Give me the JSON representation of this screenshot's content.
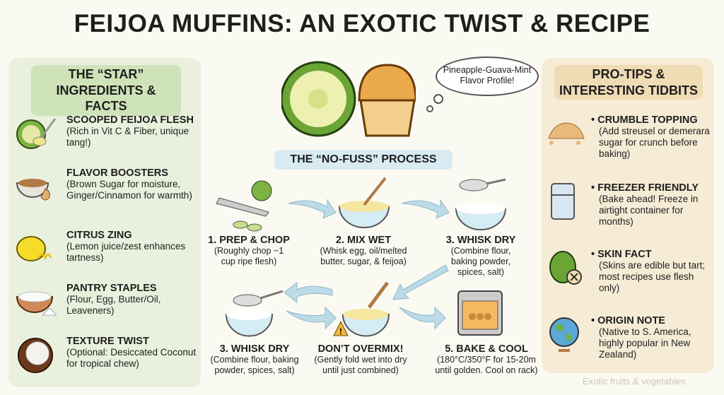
{
  "title": "FEIJOA MUFFINS: AN EXOTIC TWIST & RECIPE",
  "left_panel": {
    "heading_line1": "THE “STAR”",
    "heading_line2": "INGREDIENTS & FACTS",
    "items": [
      {
        "title": "SCOOPED FEIJOA FLESH",
        "desc": "(Rich in Vit C & Fiber, unique tang!)",
        "icon": "feijoa-spoon-icon"
      },
      {
        "title": "FLAVOR BOOSTERS",
        "desc": "(Brown Sugar for moisture, Ginger/Cinnamon for warmth)",
        "icon": "sugar-ginger-icon"
      },
      {
        "title": "CITRUS ZING",
        "desc": "(Lemon juice/zest enhances tartness)",
        "icon": "lemon-icon"
      },
      {
        "title": "PANTRY STAPLES",
        "desc": "(Flour, Egg, Butter/Oil, Leaveners)",
        "icon": "flour-bowl-icon"
      },
      {
        "title": "TEXTURE TWIST",
        "desc": "(Optional: Desiccated Coconut for tropical chew)",
        "icon": "coconut-icon"
      }
    ]
  },
  "bubble": "Pineapple-Guava-Mint Flavor Profile!",
  "process": {
    "heading": "THE “NO-FUSS” PROCESS",
    "steps": [
      {
        "title": "1. PREP & CHOP",
        "desc": "(Roughly chop ~1 cup ripe flesh)"
      },
      {
        "title": "2. MIX WET",
        "desc": "(Whisk egg, oil/melted butter, sugar, & feijoa)"
      },
      {
        "title": "3. WHISK DRY",
        "desc": "(Combine flour, baking powder, spices, salt)"
      },
      {
        "title": "3. WHISK DRY",
        "desc": "(Combine flour, baking powder, spices, salt)"
      },
      {
        "title": "DON’T OVERMIX!",
        "desc": "(Gently fold wet into dry until just combined)"
      },
      {
        "title": "5. BAKE & COOL",
        "desc": "(180°C/350°F for 15-20m until golden. Cool on rack)"
      }
    ]
  },
  "right_panel": {
    "heading_line1": "PRO-TIPS &",
    "heading_line2": "INTERESTING TIDBITS",
    "items": [
      {
        "title": "CRUMBLE TOPPING",
        "desc": "(Add streusel or demerara sugar for crunch before baking)"
      },
      {
        "title": "FREEZER FRIENDLY",
        "desc": "(Bake ahead! Freeze in airtight container for months)"
      },
      {
        "title": "SKIN FACT",
        "desc": "(Skins are edible but tart; most recipes use flesh only)"
      },
      {
        "title": "ORIGIN NOTE",
        "desc": "(Native to S. America, highly popular in New Zealand)"
      }
    ]
  },
  "watermark": "Exotic fruits & vegetables",
  "colors": {
    "left_bg": "#e9f1de",
    "right_bg": "#f6ecd6",
    "process_pill": "#d8eaf2",
    "arrow": "#bcdbe8"
  }
}
